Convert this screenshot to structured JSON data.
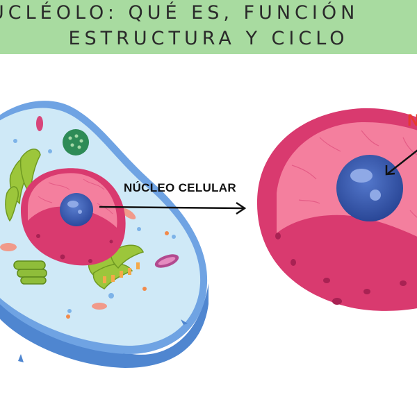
{
  "header": {
    "line1": "UCLÉOLO: QUÉ ES, FUNCIÓN",
    "line2": "ESTRUCTURA Y CICLO",
    "background": "#a8dba0"
  },
  "diagram": {
    "nucleus_label": "NÚCLEO CELULAR",
    "nucleolus_label_partial": "N",
    "colors": {
      "cytoplasm": "#cfe9f7",
      "membrane": "#5a8fd6",
      "nucleus_pink": "#f47f9e",
      "nucleus_dark": "#d93a6f",
      "nucleolus": "#2f4fa6",
      "label_red": "#e63a2e"
    }
  }
}
